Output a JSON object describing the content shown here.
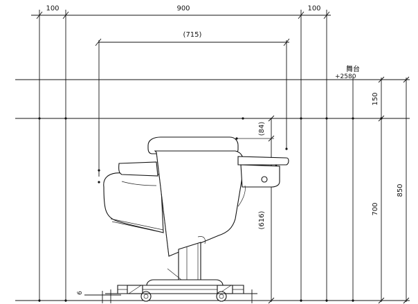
{
  "dimensions": {
    "top_left_100": "100",
    "top_width_900": "900",
    "top_right_100": "100",
    "inner_width_715": "(715)",
    "right_150": "150",
    "right_700": "700",
    "right_850": "850",
    "backrest_84": "(84)",
    "seat_616": "(616)",
    "bottom_6": "6"
  },
  "labels": {
    "stage": "舞台",
    "stage_level": "+2580"
  }
}
